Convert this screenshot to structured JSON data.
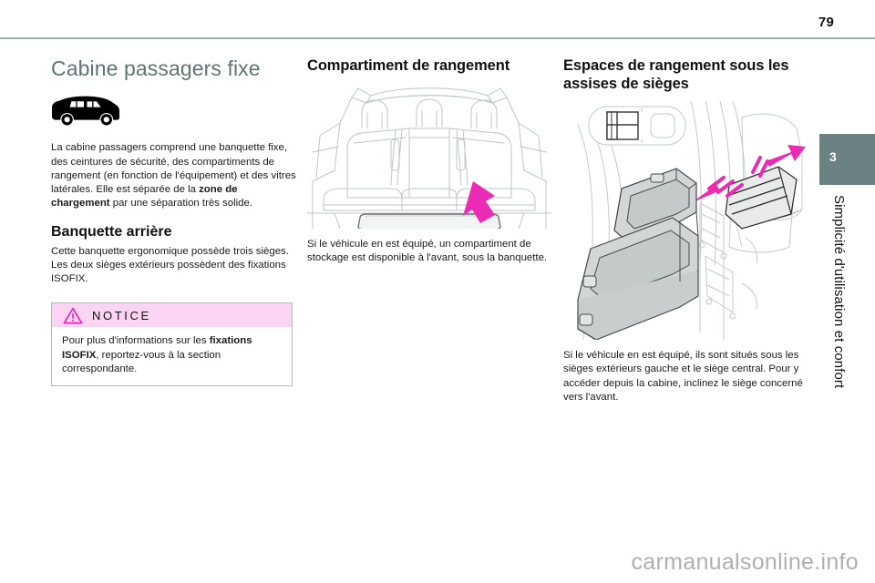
{
  "header": {
    "page_number": "79"
  },
  "chapter_tab": {
    "number": "3",
    "title": "Simplicité d'utilisation et confort",
    "color": "#6b8182"
  },
  "colors": {
    "title_accent": "#5f7476",
    "notice_header_bg": "#fbd4f3",
    "arrow_magenta": "#ec2bb4",
    "line_art": "#b9c2c4",
    "watermark": "#b0b0b0"
  },
  "left_column": {
    "title": "Cabine passagers fixe",
    "vehicle_icon": "van-silhouette-icon",
    "intro_parts": {
      "p1": "La cabine passagers comprend une banquette fixe, des ceintures de sécurité, des compartiments de rangement (en fonction de l'équipement) et des vitres latérales. Elle est séparée de la ",
      "bold1": "zone de chargement",
      "p2": " par une séparation très solide."
    },
    "section_title": "Banquette arrière",
    "section_line1": "Cette banquette ergonomique possède trois sièges.",
    "section_line2": "Les deux sièges extérieurs possèdent des fixations ISOFIX.",
    "notice": {
      "icon": "warning-triangle-icon",
      "label": "NOTICE",
      "text_parts": {
        "p1": "Pour plus d'informations sur les ",
        "bold1": "fixations ISOFIX",
        "p2": ", reportez-vous à la section correspondante."
      }
    }
  },
  "middle_column": {
    "title": "Compartiment de rangement",
    "illustration": "rear-bench-seat-with-under-seat-tray-illustration",
    "caption": "Si le véhicule en est équipé, un compartiment de stockage est disponible à l'avant, sous la banquette."
  },
  "right_column": {
    "title": "Espaces de rangement sous les assises de sièges",
    "illustration": "under-seat-storage-compartment-illustration",
    "caption": "Si le véhicule en est équipé, ils sont situés sous les sièges extérieurs gauche et le siège central. Pour y accéder depuis la cabine, inclinez le siège concerné vers l'avant."
  },
  "watermark": {
    "text": "carmanualsonline.info"
  }
}
